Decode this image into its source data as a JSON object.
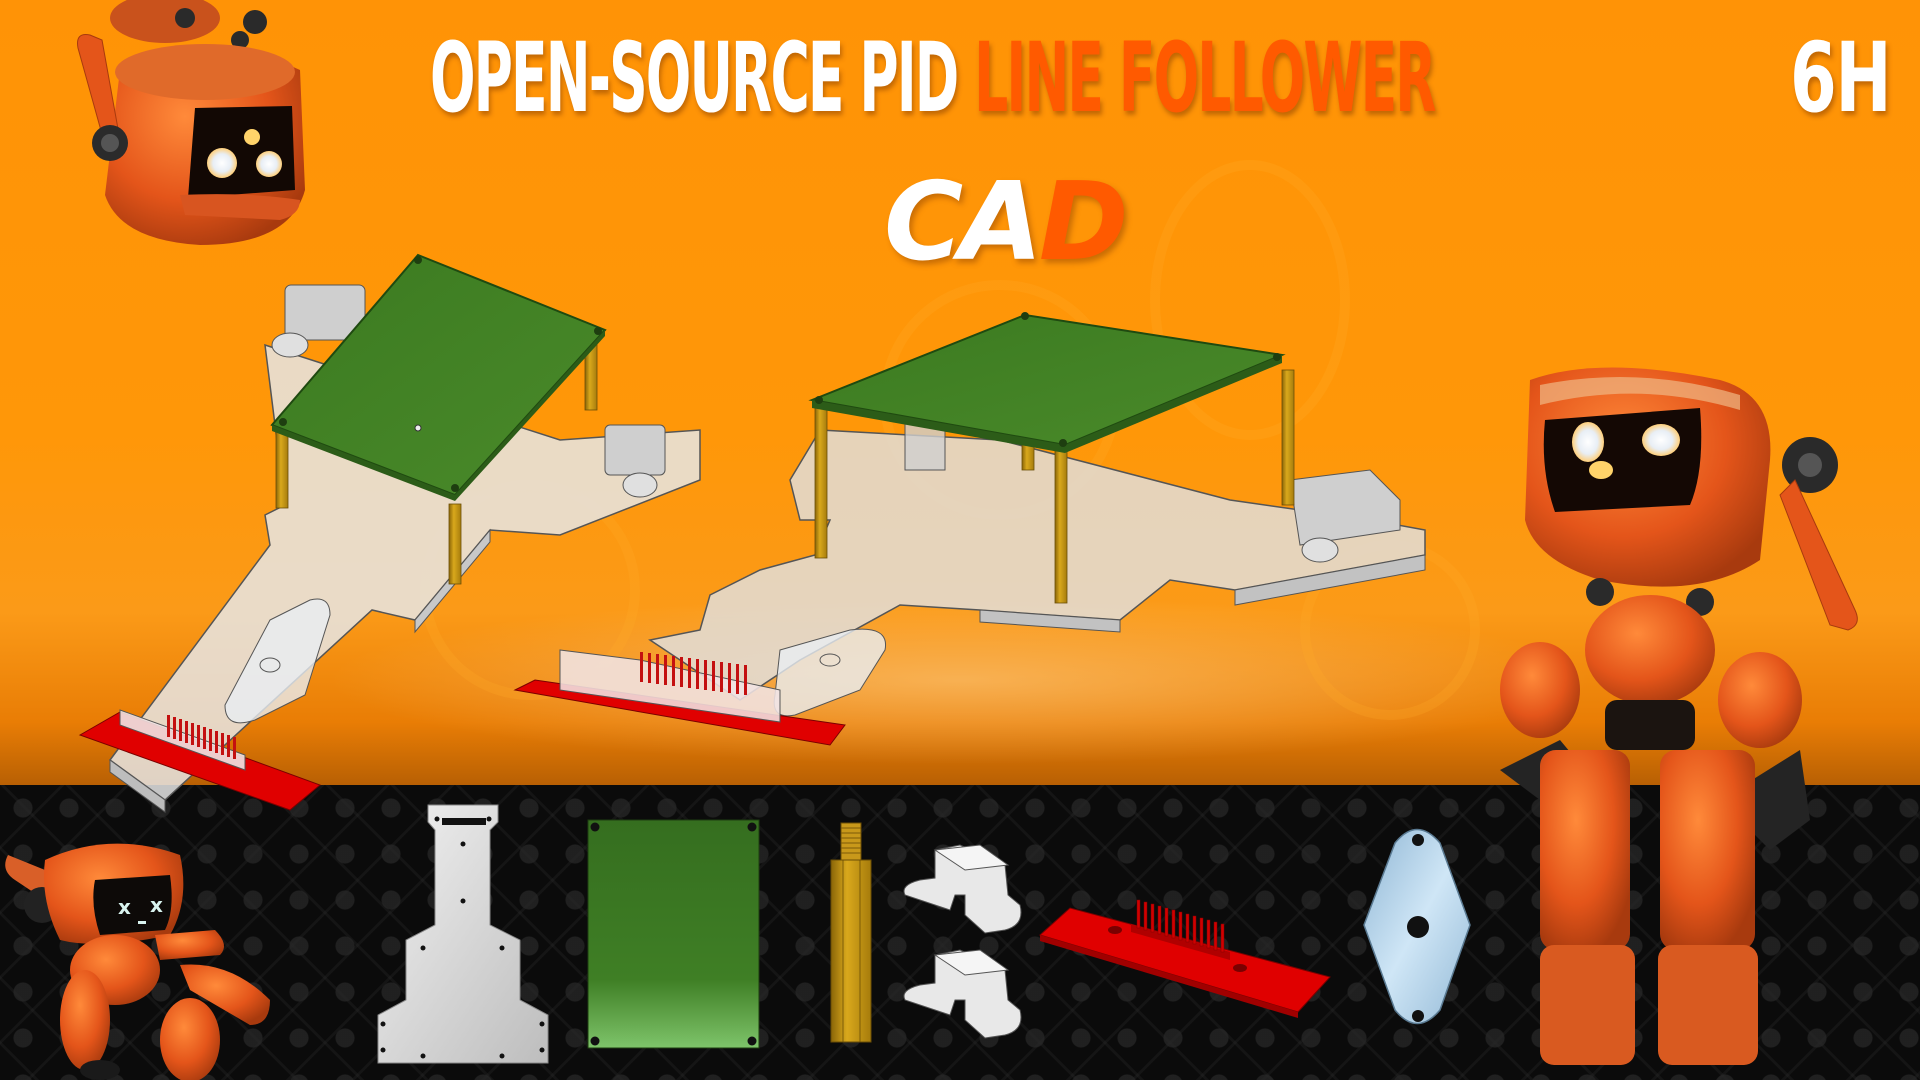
{
  "thumbnail": {
    "title": {
      "part1": "OPEN-SOURCE PID ",
      "part2": "LINE FOLLOWER",
      "subtitle_part1": "CA",
      "subtitle_part2": "D"
    },
    "duration_badge": "6H",
    "colors": {
      "background_orange": "#ff9406",
      "accent_orange": "#ff5a00",
      "text_white": "#ffffff",
      "bottom_band": "#0b0b0b",
      "pcb_green": "#3f7a22",
      "chassis_grey": "#dcdcdc",
      "standoff_brass": "#c99a18",
      "sensor_red": "#e00000",
      "caster_plate_blue": "#a9cbe3"
    },
    "assemblies": [
      {
        "name": "cad-assembly-view-1",
        "label": "Line follower assembly (isometric view 1)"
      },
      {
        "name": "cad-assembly-view-2",
        "label": "Line follower assembly (isometric view 2)"
      }
    ],
    "parts": [
      {
        "name": "chassis-plate",
        "label": "Chassis plate"
      },
      {
        "name": "pcb-board",
        "label": "PCB board"
      },
      {
        "name": "brass-standoff",
        "label": "Brass hex standoff"
      },
      {
        "name": "motor-bracket",
        "label": "Motor bracket",
        "count": 2
      },
      {
        "name": "sensor-array-board",
        "label": "IR sensor array board"
      },
      {
        "name": "caster-plate",
        "label": "Caster mounting plate"
      }
    ],
    "characters": [
      {
        "name": "robot-head-top-left",
        "label": "Orange robot head"
      },
      {
        "name": "robot-standing-right",
        "label": "Orange standing robot"
      },
      {
        "name": "robot-sitting-bottom-left",
        "label": "Orange sitting robot with X eyes"
      }
    ]
  }
}
